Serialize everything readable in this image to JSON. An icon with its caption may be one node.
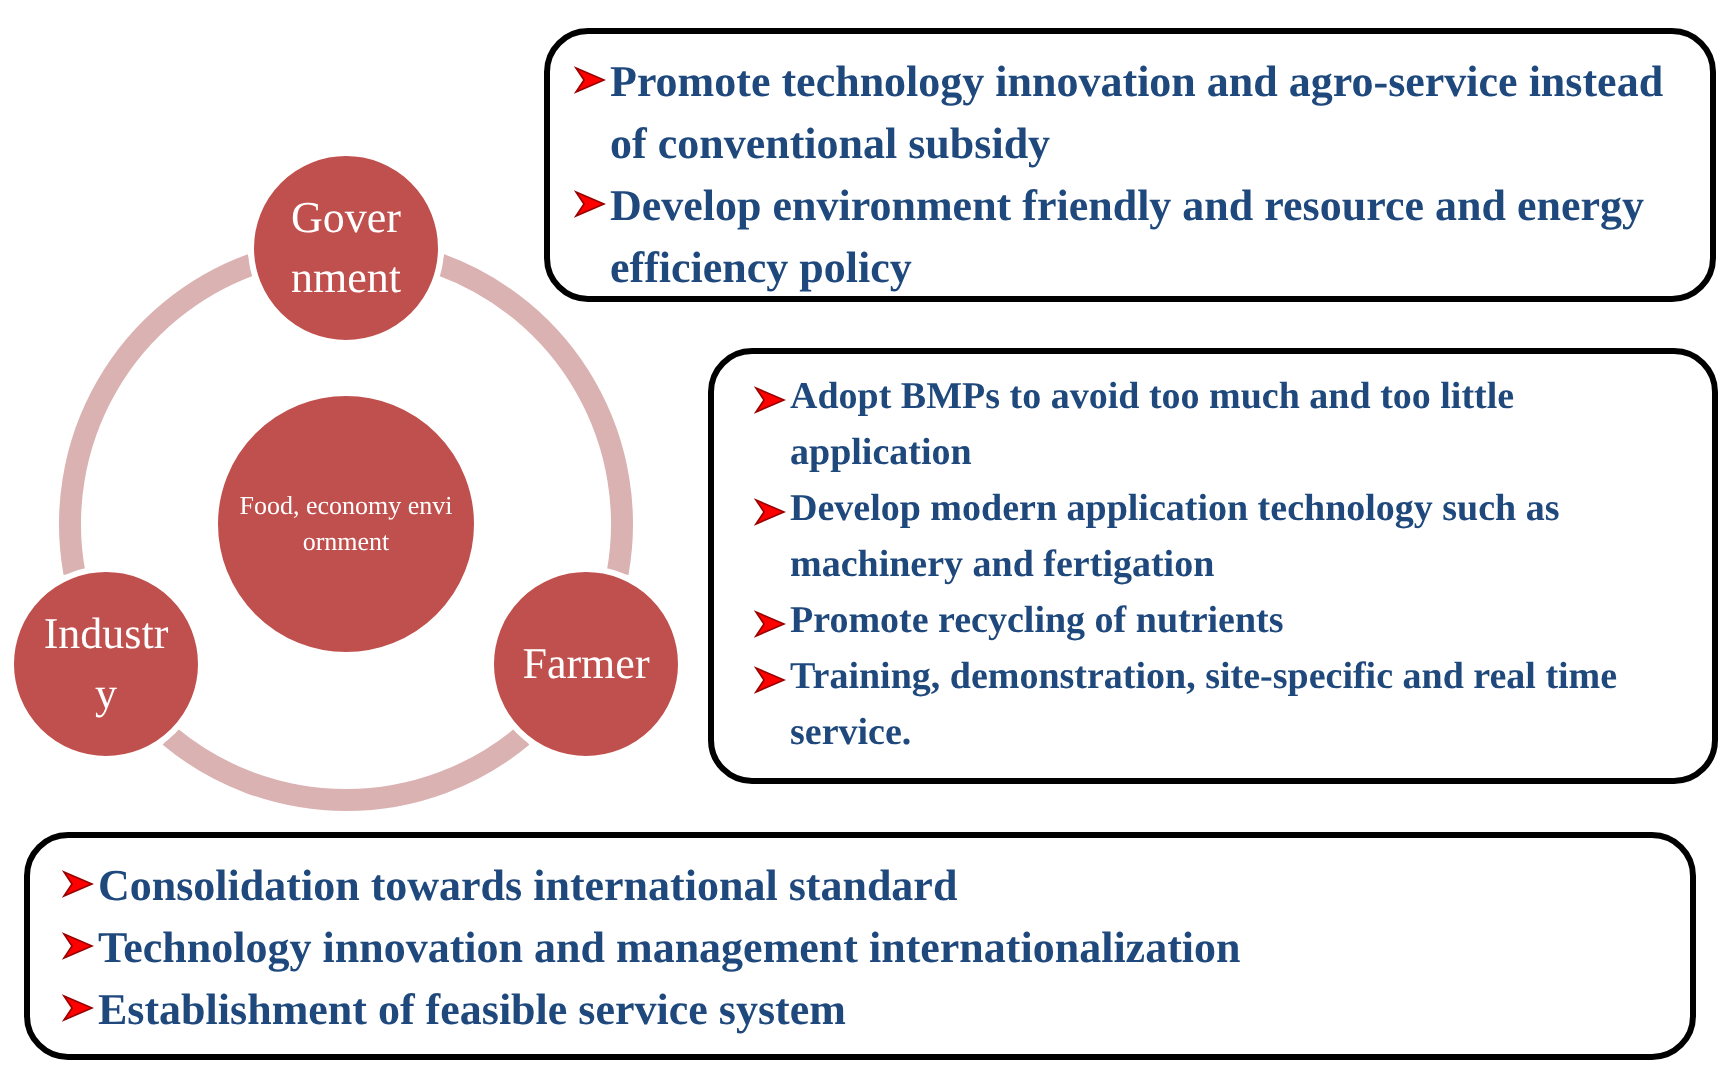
{
  "diagram": {
    "nodes": [
      {
        "text": [
          "Government"
        ]
      },
      {
        "text": [
          "Food, economy enviornment"
        ]
      },
      {
        "text": [
          "Industry"
        ]
      },
      {
        "text": [
          "Farmer"
        ]
      },
      {
        "text": [
          "Promote technology innovation and agro-service instead of conventional subsidy",
          "Develop environment friendly and resource and energy efficiency policy"
        ]
      },
      {
        "text": [
          "Adopt BMPs to avoid too much and too little application",
          "Develop modern application technology such as machinery and fertigation",
          "Promote recycling of nutrients",
          "Training, demonstration, site-specific and real time service."
        ]
      },
      {
        "text": [
          "Consolidation towards international standard",
          "Technology innovation and management internationalization",
          "Establishment of feasible service system"
        ]
      }
    ],
    "edges": [
      {
        "from": 0,
        "to": 3,
        "arrow": "none"
      },
      {
        "from": 3,
        "to": 2,
        "arrow": "none"
      },
      {
        "from": 2,
        "to": 0,
        "arrow": "none"
      }
    ]
  }
}
